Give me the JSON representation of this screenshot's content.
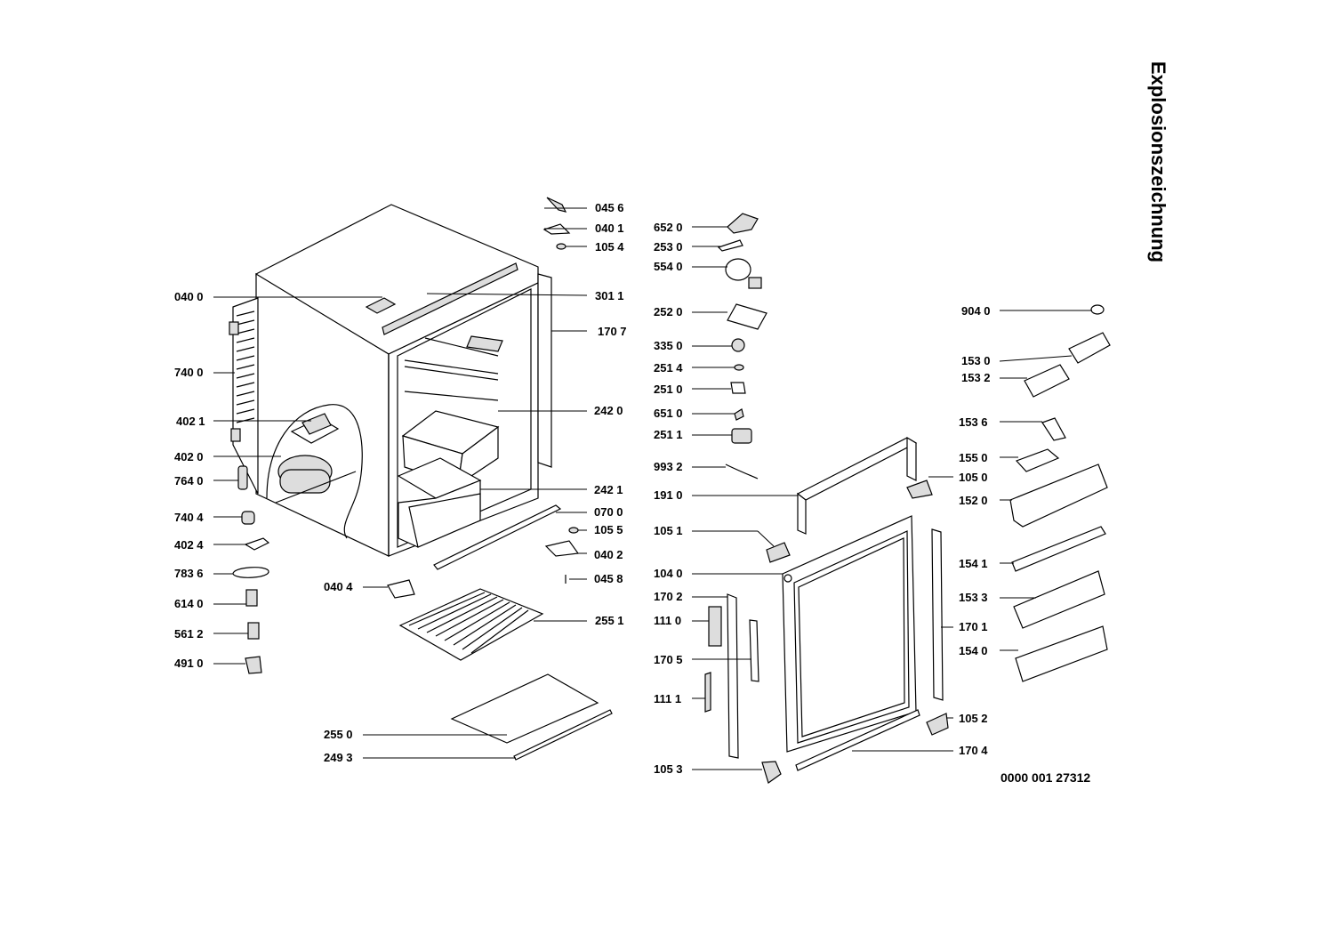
{
  "title": "Explosionszeichnung",
  "document_number": "0000 001 27312",
  "labels": {
    "l0456": "045 6",
    "l0401": "040 1",
    "l1054": "105 4",
    "l0400": "040 0",
    "l3011": "301 1",
    "l1707": "170 7",
    "l7400": "740 0",
    "l4021": "402 1",
    "l2420": "242 0",
    "l4020": "402 0",
    "l7640": "764 0",
    "l2421": "242 1",
    "l7404": "740 4",
    "l0700": "070 0",
    "l1055": "105 5",
    "l4024": "402 4",
    "l0402": "040 2",
    "l7836": "783 6",
    "l0458": "045 8",
    "l0404": "040 4",
    "l6140": "614 0",
    "l2551": "255 1",
    "l5612": "561 2",
    "l4910": "491 0",
    "l2550": "255 0",
    "l2493": "249 3",
    "l6520": "652 0",
    "l2530": "253 0",
    "l5540": "554 0",
    "l2520": "252 0",
    "l3350": "335 0",
    "l2514": "251 4",
    "l2510": "251 0",
    "l6510": "651 0",
    "l2511": "251 1",
    "l9932": "993 2",
    "l1910": "191 0",
    "l1051": "105 1",
    "l1040": "104 0",
    "l1702": "170 2",
    "l1110": "111 0",
    "l1705": "170 5",
    "l1111": "111 1",
    "l1053": "105 3",
    "l9040": "904 0",
    "l1530": "153 0",
    "l1532": "153 2",
    "l1536": "153 6",
    "l1550": "155 0",
    "l1050": "105 0",
    "l1520": "152 0",
    "l1541": "154 1",
    "l1533": "153 3",
    "l1701": "170 1",
    "l1540": "154 0",
    "l1052": "105 2",
    "l1704": "170 4"
  }
}
